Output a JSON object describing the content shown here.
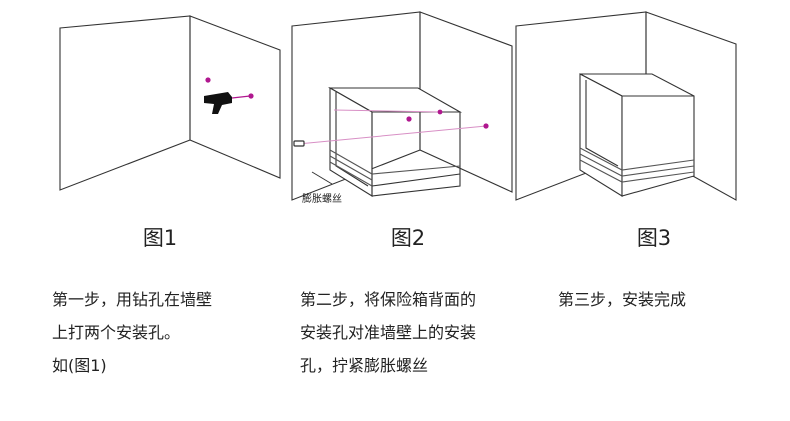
{
  "figures": [
    {
      "title": "图1",
      "callout": ""
    },
    {
      "title": "图2",
      "callout": "膨胀螺丝"
    },
    {
      "title": "图3",
      "callout": ""
    }
  ],
  "steps": [
    {
      "lines": [
        "第一步，用钻孔在墙壁",
        "上打两个安装孔。",
        "如(图1)"
      ]
    },
    {
      "lines": [
        "第二步，将保险箱背面的",
        "安装孔对准墙壁上的安装",
        "孔，拧紧膨胀螺丝"
      ]
    },
    {
      "lines": [
        "第三步，安装完成"
      ]
    }
  ],
  "colors": {
    "line": "#333333",
    "marker": "#b0178f",
    "guide": "#d88fc5",
    "text": "#222222"
  }
}
